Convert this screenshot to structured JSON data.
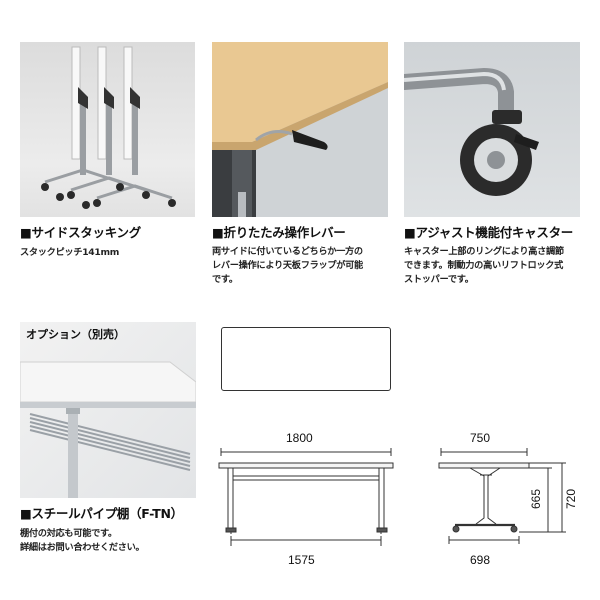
{
  "features": [
    {
      "title": "■サイドスタッキング",
      "desc": "スタックピッチ141mm"
    },
    {
      "title": "■折りたたみ操作レバー",
      "desc": "両サイドに付いているどちらか一方の\nレバー操作により天板フラップが可能\nです。"
    },
    {
      "title": "■アジャスト機能付キャスター",
      "desc": "キャスター上部のリングにより高さ調節\nできます。制動力の高いリフトロック式\nストッパーです。"
    },
    {
      "title": "■スチールパイプ棚（F-TN）",
      "desc": "棚付の対応も可能です。\n詳細はお問い合わせください。"
    }
  ],
  "option_label": "オプション（別売）",
  "dimensions": {
    "width_top": "1800",
    "width_bottom": "1575",
    "depth_top": "750",
    "depth_bottom": "698",
    "height_inner": "665",
    "height_outer": "720"
  },
  "colors": {
    "frame": "#b8bcc0",
    "wood": "#e8c58c",
    "table_top": "#f4f4f4",
    "line": "#333333"
  }
}
